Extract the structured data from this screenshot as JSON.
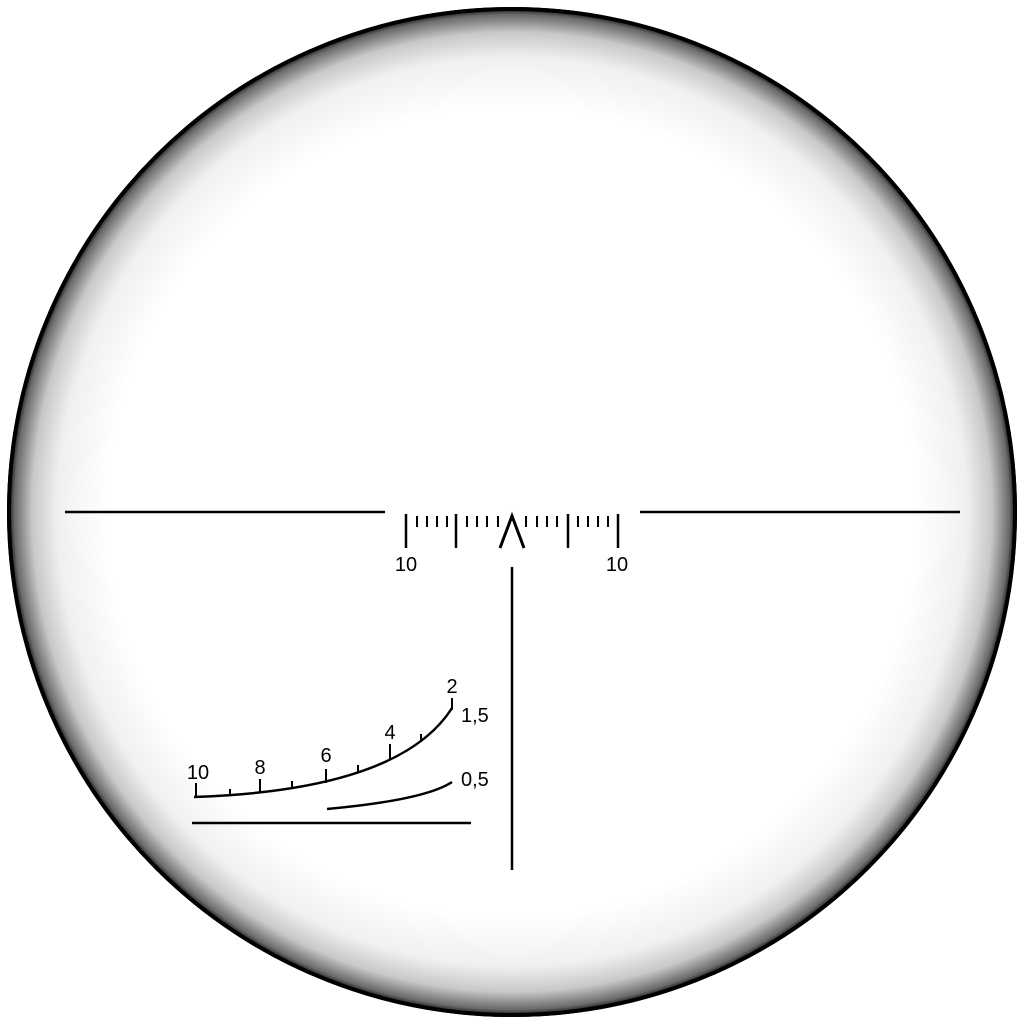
{
  "reticle": {
    "ink_color": "#000000",
    "edge_color": "#000000",
    "field_color": "#ffffff",
    "horizontal_scale": {
      "left_label": "10",
      "right_label": "10",
      "center_mark": "chevron"
    },
    "rangefinder": {
      "upper_curve_labels": [
        "10",
        "8",
        "6",
        "4",
        "2"
      ],
      "side_labels": [
        "1,5",
        "0,5"
      ]
    }
  }
}
